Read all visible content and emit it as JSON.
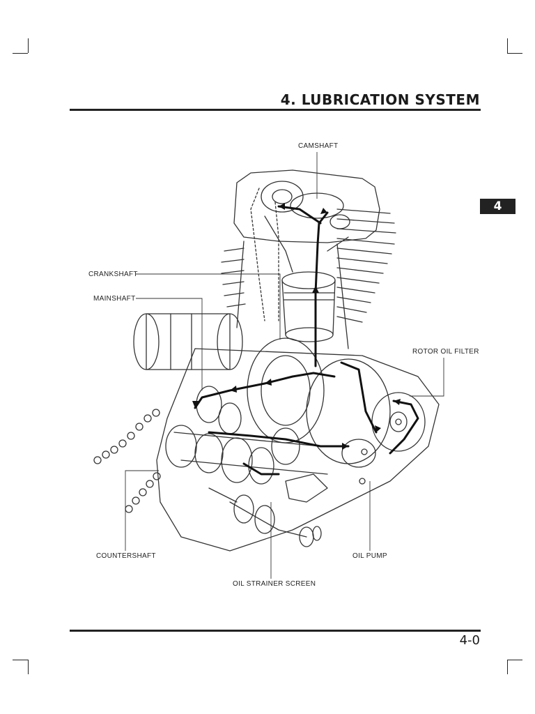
{
  "header": {
    "title": "4. LUBRICATION SYSTEM",
    "chapter_tab": "4"
  },
  "footer": {
    "page_number": "4-0"
  },
  "labels": {
    "camshaft": "CAMSHAFT",
    "crankshaft": "CRANKSHAFT",
    "mainshaft": "MAINSHAFT",
    "rotor_oil_filter": "ROTOR OIL FILTER",
    "countershaft": "COUNTERSHAFT",
    "oil_pump": "OIL PUMP",
    "oil_strainer_screen": "OIL STRAINER SCREEN"
  }
}
